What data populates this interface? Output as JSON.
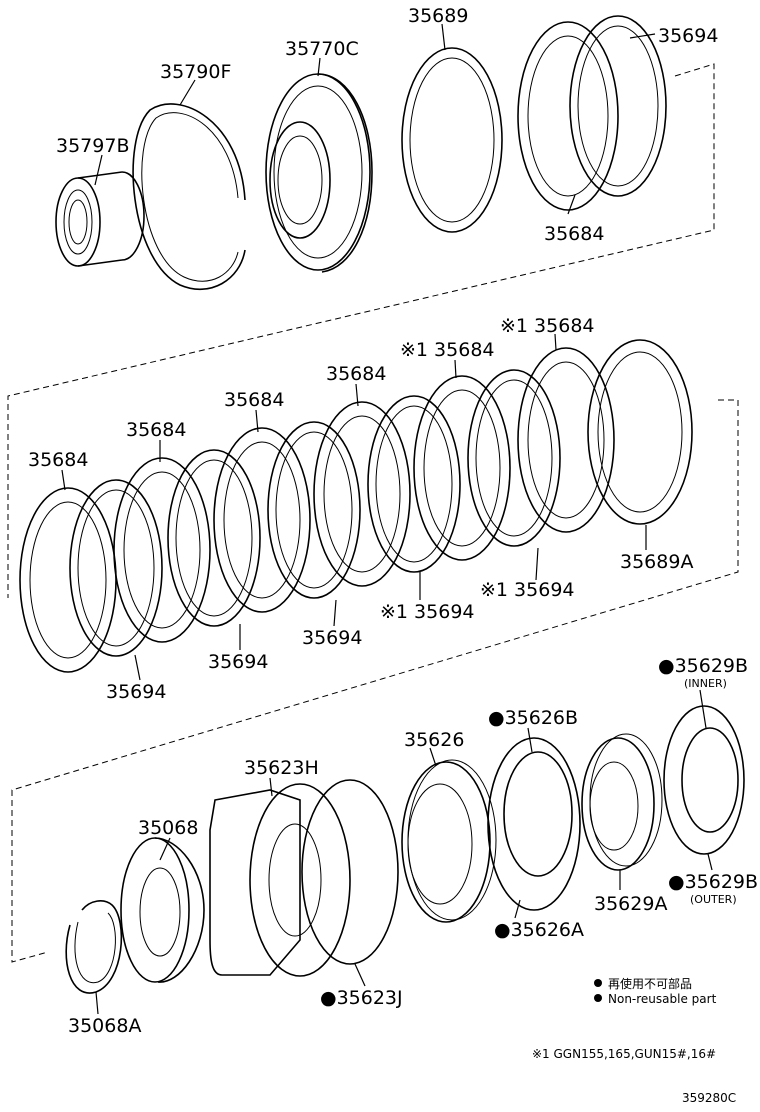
{
  "diagram_code": "359280C",
  "footnote": "※1 GGN155,165,GUN15#,16#",
  "legend": {
    "jp": "再使用不可部品",
    "en": "Non-reusable part",
    "marker": "●"
  },
  "callouts": {
    "c35797B": "35797B",
    "c35790F": "35790F",
    "c35770C": "35770C",
    "c35689": "35689",
    "c35694_top": "35694",
    "c35684_top": "35684",
    "c35684_m1": "35684",
    "c35684_m2": "35684",
    "c35684_m3": "35684",
    "c35684_m4": "35684",
    "c35684_m5": "※1 35684",
    "c35684_m6": "※1 35684",
    "c35694_m1": "35694",
    "c35694_m2": "35694",
    "c35694_m3": "35694",
    "c35694_m4": "※1 35694",
    "c35694_m5": "※1 35694",
    "c35689A": "35689A",
    "c35068": "35068",
    "c35068A": "35068A",
    "c35623H": "35623H",
    "c35623J": "●35623J",
    "c35626": "35626",
    "c35626B": "●35626B",
    "c35626A": "●35626A",
    "c35629A": "35629A",
    "c35629B_inner": "●35629B",
    "c35629B_inner_sub": "(INNER)",
    "c35629B_outer": "●35629B",
    "c35629B_outer_sub": "(OUTER)"
  }
}
